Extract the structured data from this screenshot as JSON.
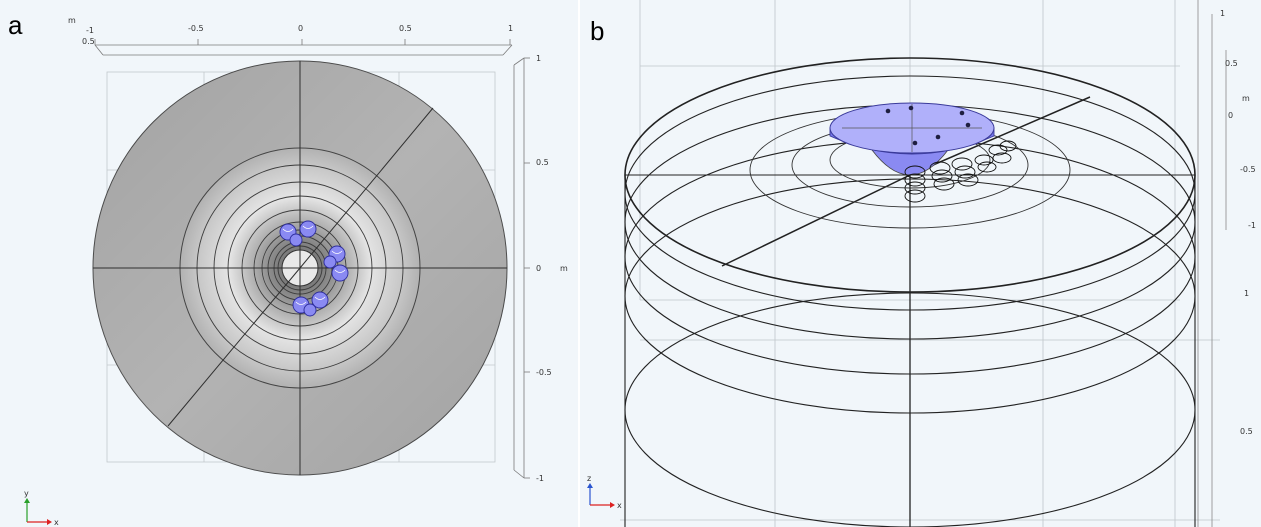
{
  "panels": {
    "a": {
      "letter": "a",
      "x_ruler": {
        "unit": "m",
        "start_label": "-1",
        "corner_label": "0.5",
        "ticks": [
          "-0.5",
          "0",
          "0.5",
          "1"
        ]
      },
      "y_ruler": {
        "unit": "m",
        "ticks": [
          "1",
          "0.5",
          "0",
          "-0.5",
          "-1"
        ]
      },
      "axis_triad": {
        "vertical": "y",
        "horizontal": "x"
      },
      "colors": {
        "background": "#f1f6fa",
        "outer_disk": "#a3a3a3",
        "inner_bowl": "#c8c8c8",
        "highlight": "#7c7cf0"
      }
    },
    "b": {
      "letter": "b",
      "right_ruler": {
        "unit": "m",
        "ticks": [
          "1",
          "0.5",
          "0",
          "-0.5",
          "-1",
          "1",
          "0.5"
        ]
      },
      "axis_triad": {
        "vertical": "z",
        "horizontal": "x"
      },
      "colors": {
        "background": "#f1f6fa",
        "wireframe": "#222222",
        "platform": "#9c9cf4"
      }
    }
  }
}
